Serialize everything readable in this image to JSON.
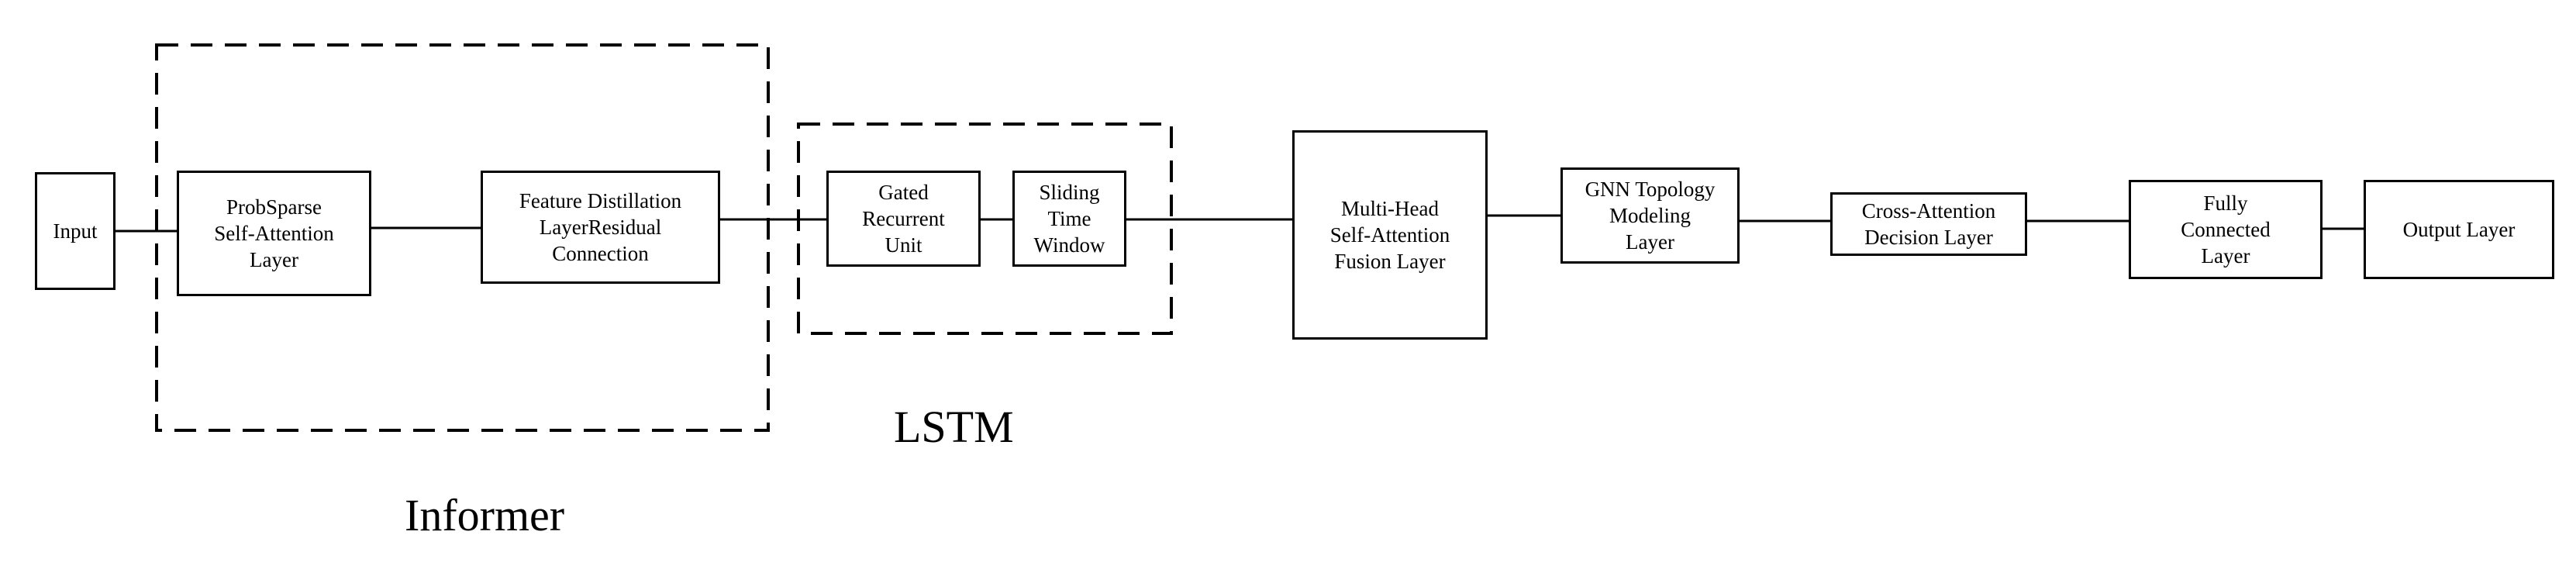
{
  "diagram": {
    "nodes": {
      "input": [
        "Input"
      ],
      "probsparse": [
        "ProbSparse",
        "Self-Attention",
        "Layer"
      ],
      "feature_distillation": [
        "Feature Distillation",
        "LayerResidual",
        "Connection"
      ],
      "gru": [
        "Gated",
        "Recurrent",
        "Unit"
      ],
      "sliding_window": [
        "Sliding",
        "Time",
        "Window"
      ],
      "mhsa": [
        "Multi-Head",
        "Self-Attention",
        "Fusion Layer"
      ],
      "gnn": [
        "GNN Topology",
        "Modeling",
        "Layer"
      ],
      "cross_attention": [
        "Cross-Attention",
        "Decision Layer"
      ],
      "fully_connected": [
        "Fully",
        "Connected",
        "Layer"
      ],
      "output": [
        "Output Layer"
      ]
    },
    "groups": {
      "informer": "Informer",
      "lstm": "LSTM"
    }
  }
}
